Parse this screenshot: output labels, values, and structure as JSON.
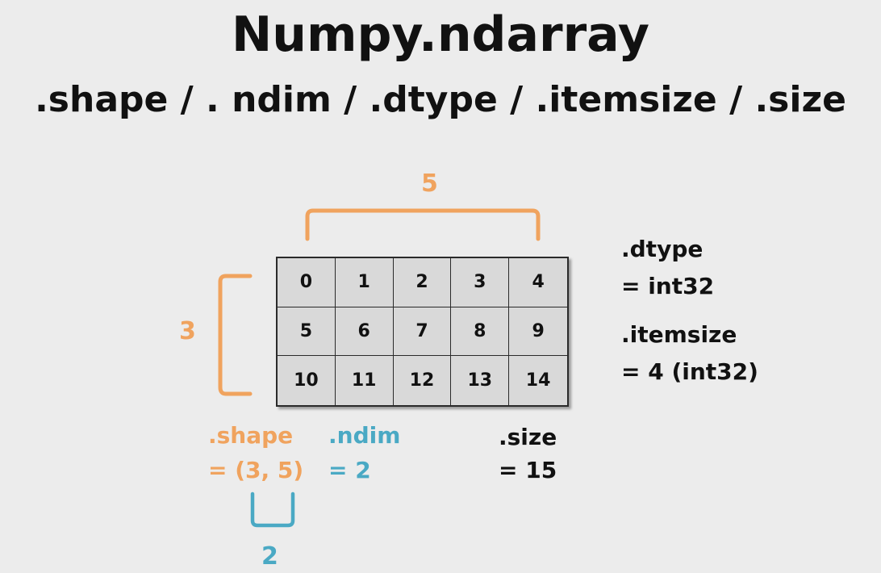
{
  "title": "Numpy.ndarray",
  "subtitle": ".shape / . ndim / .dtype / .itemsize / .size",
  "array_cells": [
    [
      "0",
      "1",
      "2",
      "3",
      "4"
    ],
    [
      "5",
      "6",
      "7",
      "8",
      "9"
    ],
    [
      "10",
      "11",
      "12",
      "13",
      "14"
    ]
  ],
  "labels": {
    "columns_count": "5",
    "rows_count": "3",
    "dtype_name": ".dtype",
    "dtype_value": "= int32",
    "itemsize_name": ".itemsize",
    "itemsize_value": "= 4 (int32)",
    "shape_name": ".shape",
    "shape_value": "= (3, 5)",
    "ndim_name": ".ndim",
    "ndim_value": "= 2",
    "size_name": ".size",
    "size_value": "= 15",
    "ndim_count": "2"
  },
  "colors": {
    "orange": "#f0a35e",
    "blue": "#4aa9c4",
    "background": "#ececec",
    "cell_fill": "#d9d9d9"
  }
}
